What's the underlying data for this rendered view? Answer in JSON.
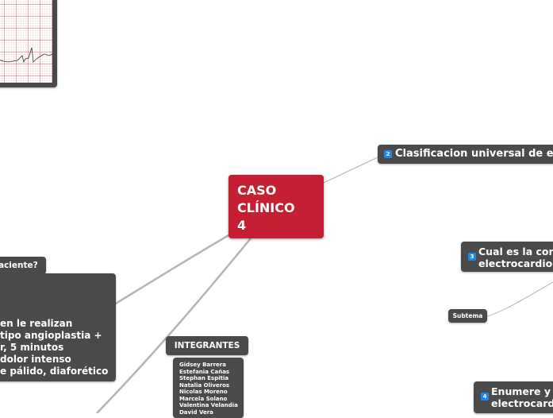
{
  "central": {
    "lines": [
      "CASO",
      "CLÍNICO",
      "4"
    ]
  },
  "topic2": {
    "number": "2",
    "text": "Clasificacion universal de e"
  },
  "topic3": {
    "number": "3",
    "line1": "Cual es la corr",
    "line2": "electrocardiog"
  },
  "subtema": {
    "label": "Subtema"
  },
  "topic4": {
    "number": "4",
    "line1": "Enumere y",
    "line2": "electrocard"
  },
  "left_question": {
    "text": "aciente?"
  },
  "left_case": {
    "lines": [
      "en le realizan",
      "tipo angioplastia +",
      "r, 5 minutos",
      "dolor intenso",
      "e pálido, diaforético"
    ]
  },
  "integrantes": {
    "title": "INTEGRANTES",
    "members": [
      "Gidsey Barrera",
      "Estefania Cañas",
      "Stephan Espitia",
      "Natalia Oliveros",
      "Nicolas Moreno",
      "Marcela Solano",
      "Valentina Velandia",
      "David Vera"
    ]
  },
  "colors": {
    "central": "#c41f33",
    "node": "#4a4a4a",
    "badge": "#1e88e5",
    "connector": "#b5b5b5",
    "ecg_grid": "#d32f2f"
  }
}
